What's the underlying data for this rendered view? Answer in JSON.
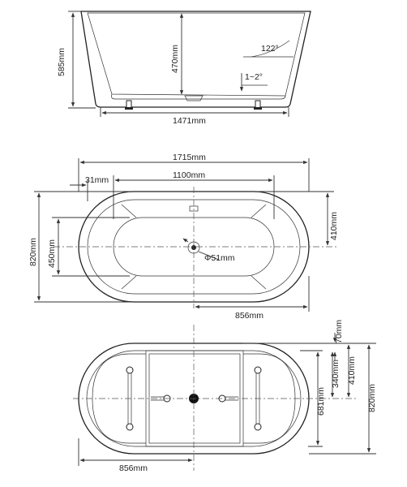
{
  "side_view": {
    "height": "585mm",
    "inner_depth": "470mm",
    "angle": "122°",
    "slope": "1~2°",
    "base_length": "1471mm"
  },
  "top_view": {
    "length": "1715mm",
    "inner_length": "1100mm",
    "rim": "31mm",
    "width": "820mm",
    "inner_width": "450mm",
    "half_inner_width": "410mm",
    "drain_diameter": "Φ51mm",
    "drain_offset": "856mm"
  },
  "bottom_view": {
    "drain_offset": "856mm",
    "dim_70": "70mm",
    "dim_340": "340mm",
    "dim_410": "410mm",
    "dim_681": "681mm",
    "dim_820": "820mm"
  }
}
